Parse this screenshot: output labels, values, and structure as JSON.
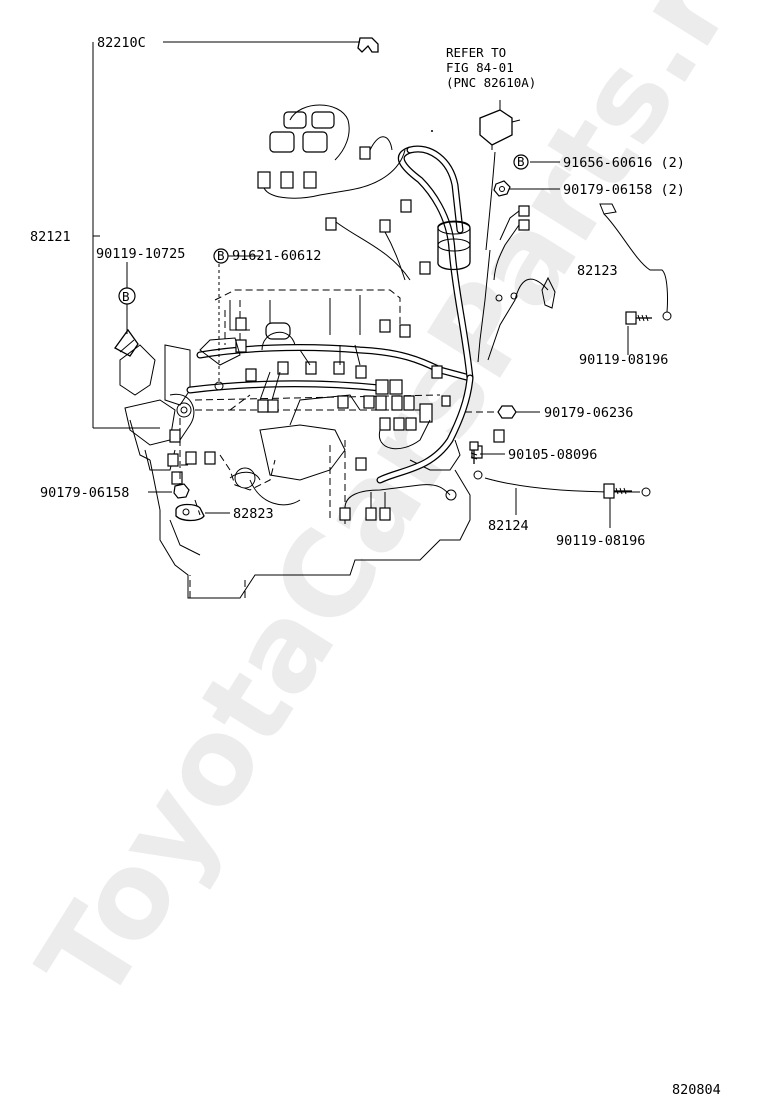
{
  "watermark": "ToyotaCarsParts.ru",
  "figure_number": "820804",
  "refer_note": [
    "REFER TO",
    "FIG 84-01",
    "(PNC 82610A)"
  ],
  "parts": {
    "p82210C": "82210C",
    "p82121": "82121",
    "p90119_10725": "90119-10725",
    "p91621_60612": "91621-60612",
    "p91656_60616": "91656-60616 (2)",
    "p90179_06158_2": "90179-06158 (2)",
    "p82123": "82123",
    "p90119_08196_a": "90119-08196",
    "p90179_06236": "90179-06236",
    "p90105_08096": "90105-08096",
    "p82124": "82124",
    "p90119_08196_b": "90119-08196",
    "p90179_06158": "90179-06158",
    "p82823": "82823"
  },
  "bolt_marker": "B"
}
